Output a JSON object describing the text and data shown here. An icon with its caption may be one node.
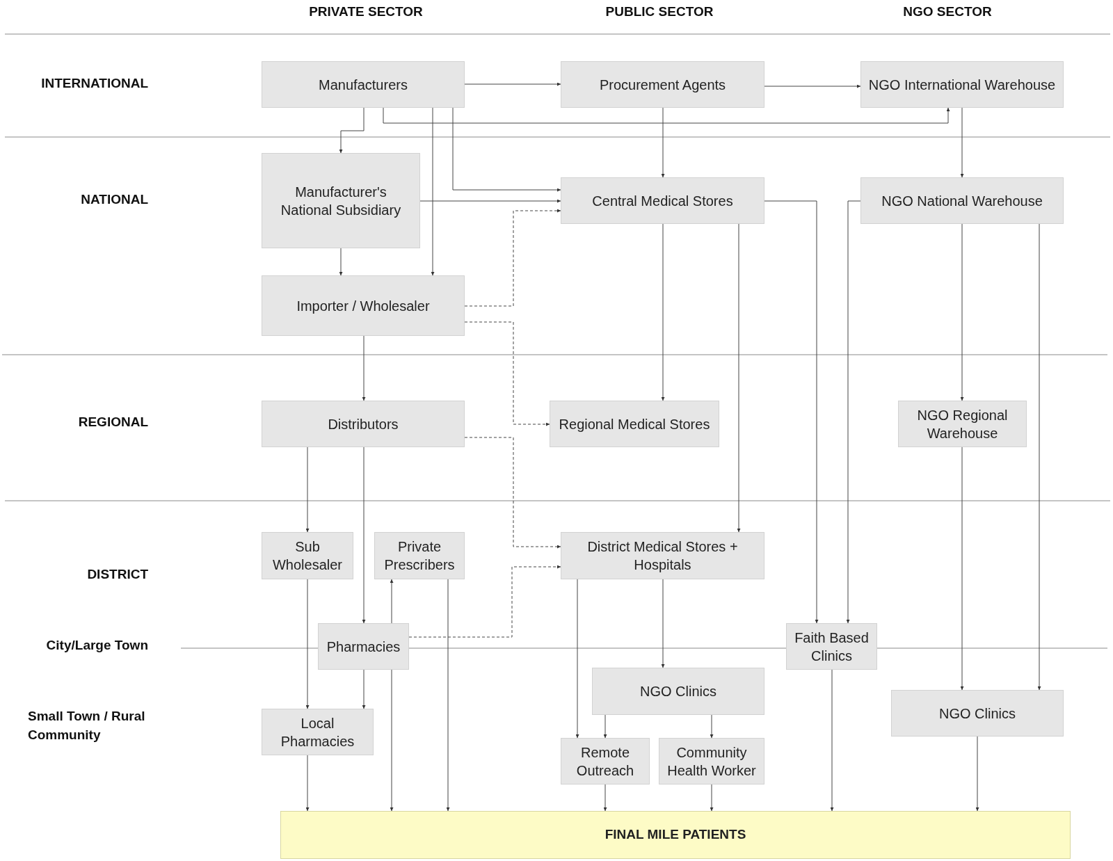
{
  "diagram": {
    "nodes": [
      {
        "text": [
          "Manufacturers"
        ]
      },
      {
        "text": [
          "Procurement Agents"
        ]
      },
      {
        "text": [
          "NGO International Warehouse"
        ]
      },
      {
        "text": [
          "Manufacturer's National Subsidiary"
        ]
      },
      {
        "text": [
          "Central Medical Stores"
        ]
      },
      {
        "text": [
          "NGO National Warehouse"
        ]
      },
      {
        "text": [
          "Importer / Wholesaler"
        ]
      },
      {
        "text": [
          "Distributors"
        ]
      },
      {
        "text": [
          "Regional Medical Stores"
        ]
      },
      {
        "text": [
          "NGO Regional Warehouse"
        ]
      },
      {
        "text": [
          "Sub Wholesaler"
        ]
      },
      {
        "text": [
          "Private Prescribers"
        ]
      },
      {
        "text": [
          "District Medical Stores + Hospitals"
        ]
      },
      {
        "text": [
          "Pharmacies"
        ]
      },
      {
        "text": [
          "Faith Based Clinics"
        ]
      },
      {
        "text": [
          "NGO Clinics"
        ]
      },
      {
        "text": [
          "NGO Clinics"
        ]
      },
      {
        "text": [
          "Local Pharmacies"
        ]
      },
      {
        "text": [
          "Remote Outreach"
        ]
      },
      {
        "text": [
          "Community Health Worker"
        ]
      },
      {
        "text": [
          "FINAL MILE PATIENTS"
        ]
      }
    ],
    "edges": [
      {
        "from": 0,
        "to": 1,
        "arrow": "to"
      },
      {
        "from": 1,
        "to": 2,
        "arrow": "to"
      },
      {
        "from": 0,
        "to": 2,
        "arrow": "to"
      },
      {
        "from": 0,
        "to": 3,
        "arrow": "to"
      },
      {
        "from": 0,
        "to": 6,
        "arrow": "to"
      },
      {
        "from": 0,
        "to": 4,
        "arrow": "to"
      },
      {
        "from": 3,
        "to": 4,
        "arrow": "to"
      },
      {
        "from": 1,
        "to": 4,
        "arrow": "to"
      },
      {
        "from": 2,
        "to": 5,
        "arrow": "to"
      },
      {
        "from": 3,
        "to": 6,
        "arrow": "to"
      },
      {
        "from": 6,
        "to": 4,
        "arrow": "to",
        "style": "dashed"
      },
      {
        "from": 6,
        "to": 8,
        "arrow": "to",
        "style": "dashed"
      },
      {
        "from": 6,
        "to": 7,
        "arrow": "to"
      },
      {
        "from": 4,
        "to": 8,
        "arrow": "to"
      },
      {
        "from": 4,
        "to": 12,
        "arrow": "to"
      },
      {
        "from": 4,
        "to": 14,
        "arrow": "to"
      },
      {
        "from": 5,
        "to": 14,
        "arrow": "to"
      },
      {
        "from": 5,
        "to": 9,
        "arrow": "to"
      },
      {
        "from": 5,
        "to": 16,
        "arrow": "to"
      },
      {
        "from": 7,
        "to": 10,
        "arrow": "to"
      },
      {
        "from": 7,
        "to": 13,
        "arrow": "to"
      },
      {
        "from": 7,
        "to": 12,
        "arrow": "to",
        "style": "dashed"
      },
      {
        "from": 13,
        "to": 11,
        "arrow": "to"
      },
      {
        "from": 13,
        "to": 20,
        "arrow": "to"
      },
      {
        "from": 13,
        "to": 12,
        "arrow": "to",
        "style": "dashed"
      },
      {
        "from": 10,
        "to": 17,
        "arrow": "to"
      },
      {
        "from": 13,
        "to": 17,
        "arrow": "to"
      },
      {
        "from": 17,
        "to": 20,
        "arrow": "to"
      },
      {
        "from": 11,
        "to": 20,
        "arrow": "to"
      },
      {
        "from": 12,
        "to": 18,
        "arrow": "to"
      },
      {
        "from": 12,
        "to": 15,
        "arrow": "to"
      },
      {
        "from": 15,
        "to": 18,
        "arrow": "to"
      },
      {
        "from": 15,
        "to": 19,
        "arrow": "to"
      },
      {
        "from": 18,
        "to": 20,
        "arrow": "to"
      },
      {
        "from": 19,
        "to": 20,
        "arrow": "to"
      },
      {
        "from": 14,
        "to": 20,
        "arrow": "to"
      },
      {
        "from": 9,
        "to": 16,
        "arrow": "to"
      },
      {
        "from": 16,
        "to": 20,
        "arrow": "to"
      }
    ],
    "labels": [
      "PRIVATE SECTOR",
      "PUBLIC SECTOR",
      "NGO SECTOR",
      "INTERNATIONAL",
      "NATIONAL",
      "REGIONAL",
      "DISTRICT",
      "City/Large Town",
      "Small Town / Rural Community"
    ]
  }
}
